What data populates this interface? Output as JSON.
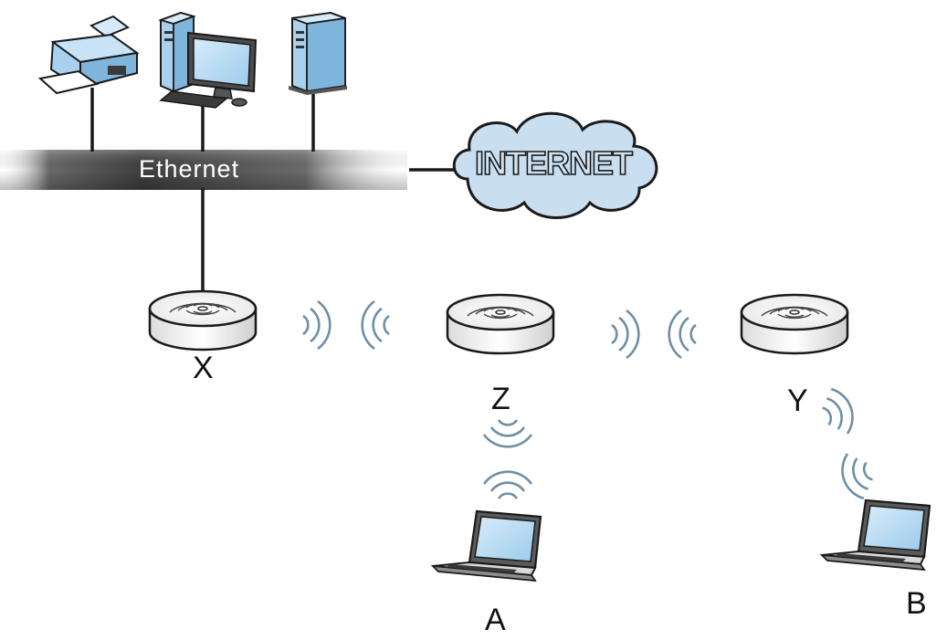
{
  "network": {
    "ethernet_label": "Ethernet",
    "internet_label": "INTERNET",
    "access_points": {
      "x": "X",
      "z": "Z",
      "y": "Y"
    },
    "clients": {
      "a": "A",
      "b": "B"
    }
  },
  "colors": {
    "cloud_fill": "#c9dff0",
    "device_blue": "#a9d1ee",
    "ethernet_bar": "#4e4e4e",
    "signal_waves": "#6f8fa5"
  },
  "icons": [
    "printer-icon",
    "desktop-computer-icon",
    "server-icon",
    "internet-cloud-icon",
    "access-point-icon",
    "laptop-icon",
    "wireless-signal-icon"
  ]
}
